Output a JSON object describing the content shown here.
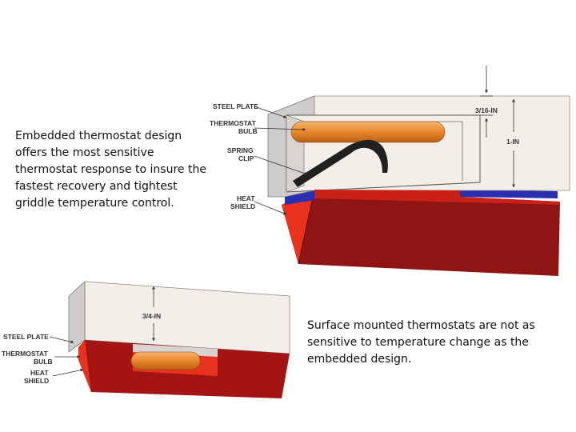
{
  "captions": {
    "embedded": "Embedded thermostat design offers the most sensitive thermostat response to insure the fastest recovery and tightest griddle temperature control.",
    "surface": "Surface mounted thermostats are not as sensitive to temperature change as the embedded design."
  },
  "top_diagram": {
    "labels": {
      "steel_plate": "STEEL PLATE",
      "thermostat_bulb_1": "THERMOSTAT",
      "thermostat_bulb_2": "BULB",
      "spring_clip_1": "SPRING",
      "spring_clip_2": "CLIP",
      "heat_shield_1": "HEAT",
      "heat_shield_2": "SHIELD"
    },
    "dimensions": {
      "gap": "3/16-IN",
      "thickness": "1-IN"
    }
  },
  "bottom_diagram": {
    "labels": {
      "steel_plate": "STEEL PLATE",
      "thermostat_bulb_1": "THERMOSTAT",
      "thermostat_bulb_2": "BULB",
      "heat_shield_1": "HEAT",
      "heat_shield_2": "SHIELD"
    },
    "dimensions": {
      "thickness": "3/4-IN"
    }
  },
  "colors": {
    "plate_front": "#f4eee9",
    "plate_side": "#cfcccc",
    "shield_red": "#8f1414",
    "shield_bright": "#e8321e",
    "blue": "#2a2fb0",
    "bulb_orange": "#e8872c"
  }
}
